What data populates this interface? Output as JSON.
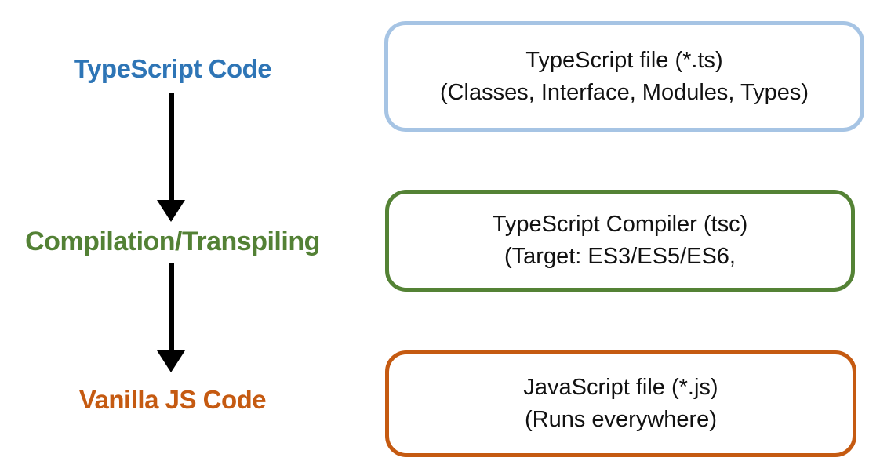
{
  "diagram": {
    "title": "TypeScript to JavaScript compilation flow",
    "arrow_color": "#000000",
    "box_text_color": "#111111",
    "steps": [
      {
        "id": "typescript-code",
        "label": "TypeScript Code",
        "label_color": "#2E75B6",
        "box": {
          "line1": "TypeScript file (*.ts)",
          "line2": "(Classes, Interface, Modules, Types)",
          "border_color": "#A6C4E4"
        }
      },
      {
        "id": "compilation-transpiling",
        "label": "Compilation/Transpiling",
        "label_color": "#538135",
        "box": {
          "line1": "TypeScript Compiler (tsc)",
          "line2": "(Target: ES3/ES5/ES6,",
          "border_color": "#548235"
        }
      },
      {
        "id": "vanilla-js-code",
        "label": "Vanilla JS Code",
        "label_color": "#C55A11",
        "box": {
          "line1": "JavaScript file (*.js)",
          "line2": "(Runs everywhere)",
          "border_color": "#C55A11"
        }
      }
    ]
  }
}
